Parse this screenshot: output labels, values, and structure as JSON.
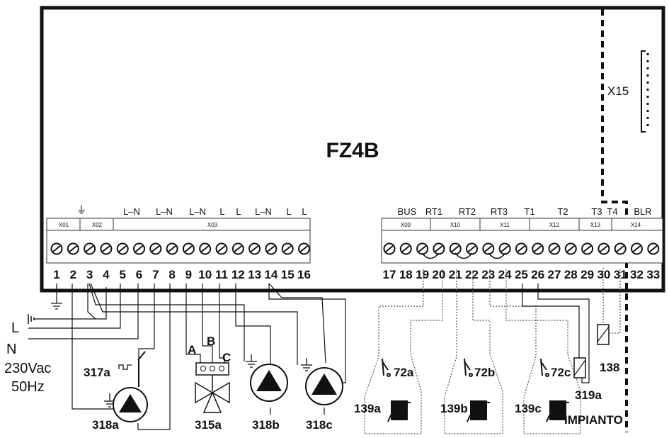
{
  "board": {
    "title": "FZ4B",
    "connector_x15": "X15"
  },
  "left_block": {
    "earth_symbol": "⏚",
    "top_labels": [
      "L–N",
      "L–N",
      "L–N",
      "L",
      "L",
      "L–N",
      "L",
      "L"
    ],
    "connectors": [
      "X01",
      "X02",
      "X03"
    ],
    "terminals": [
      "1",
      "2",
      "3",
      "4",
      "5",
      "6",
      "7",
      "8",
      "9",
      "10",
      "11",
      "12",
      "13",
      "14",
      "15",
      "16"
    ]
  },
  "right_block": {
    "top_labels": [
      "BUS",
      "RT1",
      "RT2",
      "RT3",
      "T1",
      "T2",
      "T3",
      "T4",
      "BLR"
    ],
    "connectors": [
      "X09",
      "X10",
      "X11",
      "X12",
      "X13",
      "X14"
    ],
    "terminals": [
      "17",
      "18",
      "19",
      "20",
      "21",
      "22",
      "23",
      "24",
      "25",
      "26",
      "27",
      "28",
      "29",
      "30",
      "31",
      "32",
      "33"
    ]
  },
  "supply": {
    "line": "L",
    "neutral": "N",
    "voltage": "230Vac",
    "frequency": "50Hz"
  },
  "components": {
    "pump_318a": "318a",
    "thermostat_317a": "317a",
    "valve_315a": "315a",
    "valve_port_a": "A",
    "valve_port_b": "B",
    "valve_port_c": "C",
    "pump_318b": "318b",
    "pump_318c": "318c",
    "room_72a": "72a",
    "room_72b": "72b",
    "room_72c": "72c",
    "sensor_139a": "139a",
    "sensor_139b": "139b",
    "sensor_139c": "139c",
    "sensor_319a": "319a",
    "sensor_138": "138",
    "impianto": "IMPIANTO"
  }
}
